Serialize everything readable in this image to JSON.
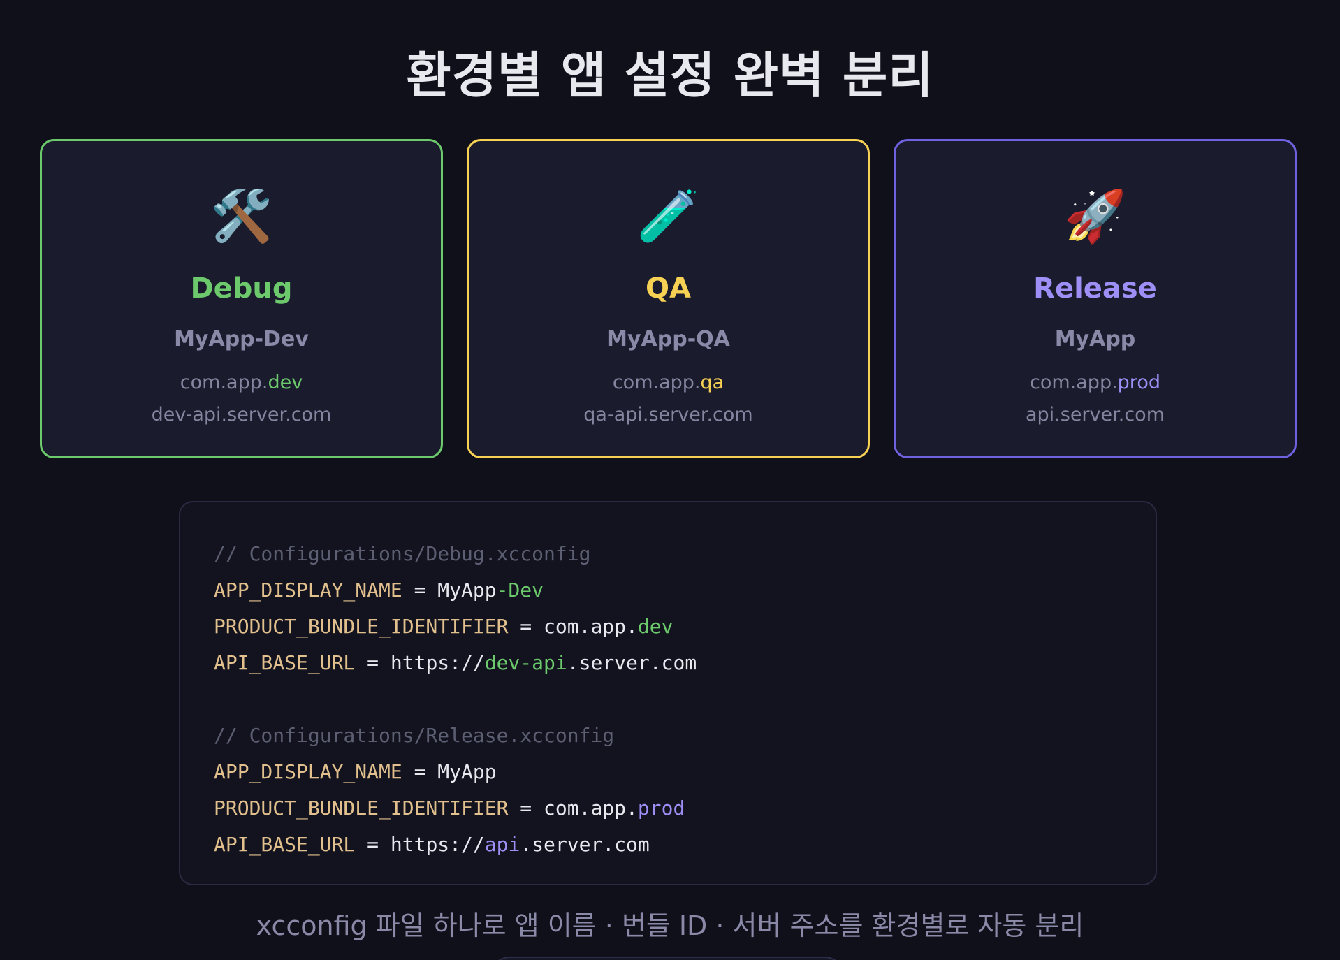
{
  "title": "환경별 앱 설정 완벽 분리",
  "colors": {
    "background": "#0f101a",
    "card_background": "#1a1b2c",
    "debug": "#6cc96c",
    "qa": "#f7d154",
    "release": "#6f62e0",
    "release_text": "#9d8ff5",
    "muted_text": "#8585a0",
    "code_key": "#e2c08d",
    "code_comment": "#5c5f72"
  },
  "environments": [
    {
      "icon": "hammer-and-wrench-icon",
      "emoji": "🛠️",
      "name": "Debug",
      "app_name": "MyApp-Dev",
      "bundle_prefix": "com.app.",
      "bundle_suffix": "dev",
      "server": "dev-api.server.com",
      "border_color": "#6cc96c",
      "accent_color": "#6cc96c"
    },
    {
      "icon": "test-tube-icon",
      "emoji": "🧪",
      "name": "QA",
      "app_name": "MyApp-QA",
      "bundle_prefix": "com.app.",
      "bundle_suffix": "qa",
      "server": "qa-api.server.com",
      "border_color": "#f7d154",
      "accent_color": "#f7d154"
    },
    {
      "icon": "rocket-icon",
      "emoji": "🚀",
      "name": "Release",
      "app_name": "MyApp",
      "bundle_prefix": "com.app.",
      "bundle_suffix": "prod",
      "server": "api.server.com",
      "border_color": "#6f62e0",
      "accent_color": "#9d8ff5"
    }
  ],
  "code": {
    "debug": {
      "comment": "// Configurations/Debug.xcconfig",
      "lines": [
        {
          "key": "APP_DISPLAY_NAME",
          "op": " = ",
          "value": "MyApp",
          "highlight": "-Dev",
          "rest": ""
        },
        {
          "key": "PRODUCT_BUNDLE_IDENTIFIER",
          "op": " = ",
          "value": "com.app.",
          "highlight": "dev",
          "rest": ""
        },
        {
          "key": "API_BASE_URL",
          "op": " = ",
          "value": "https://",
          "highlight": "dev-api",
          "rest": ".server.com"
        }
      ],
      "highlight_color": "#6cc96c"
    },
    "release": {
      "comment": "// Configurations/Release.xcconfig",
      "lines": [
        {
          "key": "APP_DISPLAY_NAME",
          "op": " = ",
          "value": "MyApp",
          "highlight": "",
          "rest": ""
        },
        {
          "key": "PRODUCT_BUNDLE_IDENTIFIER",
          "op": " = ",
          "value": "com.app.",
          "highlight": "prod",
          "rest": ""
        },
        {
          "key": "API_BASE_URL",
          "op": " = ",
          "value": "https://",
          "highlight": "api",
          "rest": ".server.com"
        }
      ],
      "highlight_color": "#9d8ff5"
    }
  },
  "caption": "xcconfig 파일 하나로 앱 이름 · 번들 ID · 서버 주소를 환경별로 자동 분리"
}
